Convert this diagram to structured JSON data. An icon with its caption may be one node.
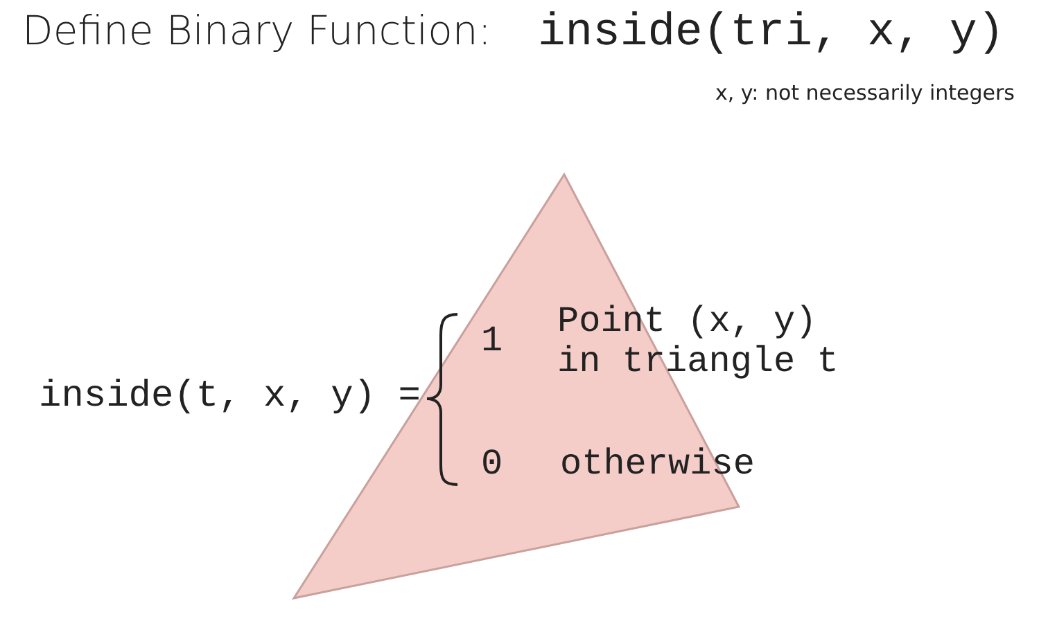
{
  "diagram": {
    "title": "Define Binary Function:",
    "labels": [
      "inside(tri, x, y)",
      "x, y: not necessarily integers",
      "inside(t, x, y) =",
      "1",
      "Point (x, y) in triangle t",
      "0",
      "otherwise"
    ]
  }
}
